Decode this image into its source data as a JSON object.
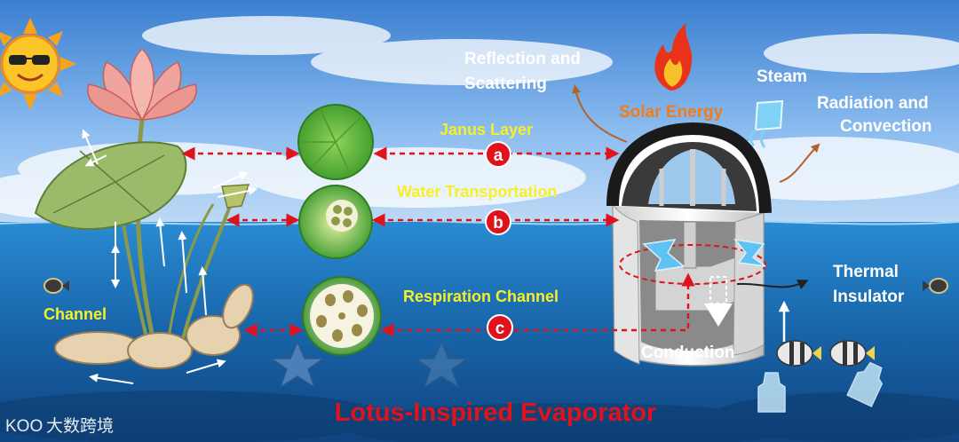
{
  "labels": {
    "reflection": [
      "Reflection and",
      "Scattering"
    ],
    "solar_energy": "Solar Energy",
    "steam": "Steam",
    "radiation": [
      "Radiation and",
      "Convection"
    ],
    "janus_layer": "Janus  Layer",
    "water_transportation": "Water Transportation",
    "respiration_channel": "Respiration Channel",
    "channel": "Channel",
    "thermal_insulator": [
      "Thermal",
      "Insulator"
    ],
    "conduction": "Conduction",
    "title": "Lotus-Inspired Evaporator",
    "watermark": "大数跨境",
    "watermark_logo": "KOO"
  },
  "badges": {
    "a": "a",
    "b": "b",
    "c": "c"
  },
  "colors": {
    "sky_top": "#3f86d6",
    "sea": "#1c6bb0",
    "accent_red": "#e0121b",
    "label_yellow": "#f6ef2a",
    "label_orange": "#f07c1a",
    "insulator_gray": "#d8d8d8",
    "dome_black": "#1a1a1a"
  },
  "icons": [
    "sun-icon",
    "flame-icon",
    "steam-icon",
    "starfish-icon",
    "fish-icon",
    "bottle-icon",
    "lotus-plant",
    "lotus-leaf",
    "lotus-stem-section",
    "lotus-root-section",
    "evaporator"
  ]
}
